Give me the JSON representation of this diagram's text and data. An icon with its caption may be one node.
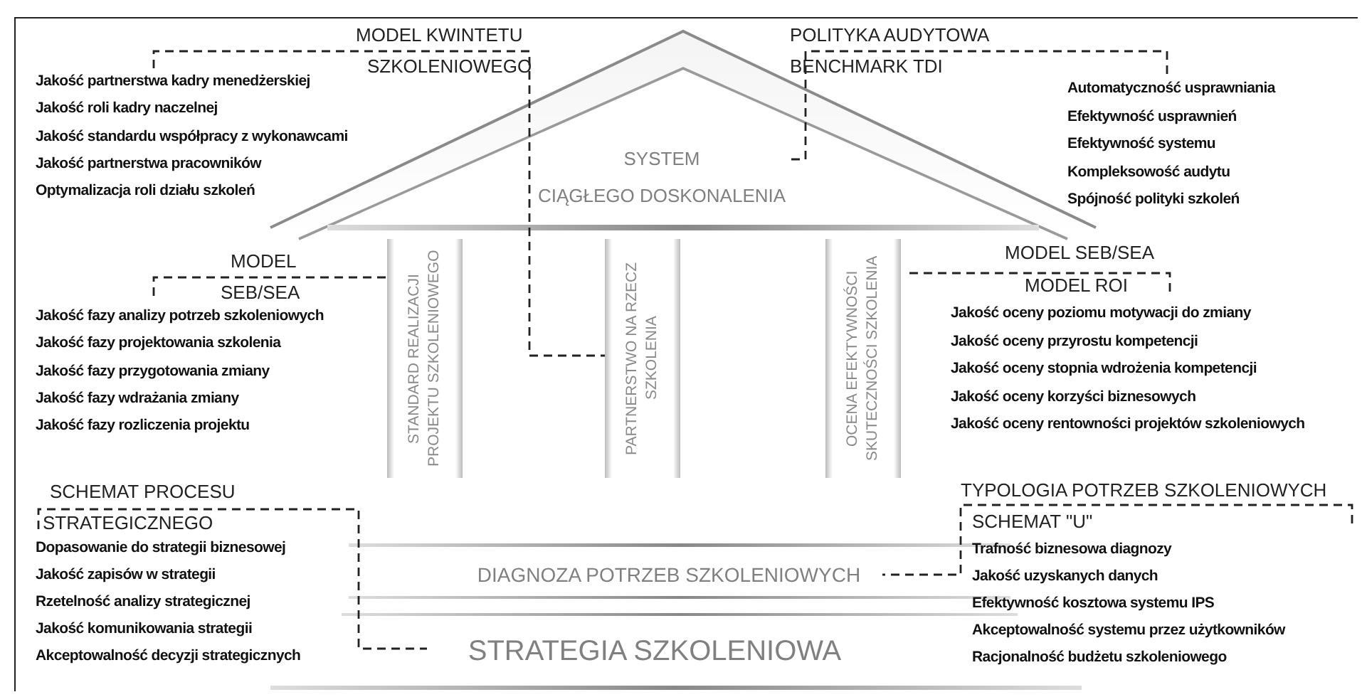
{
  "diagram": {
    "nodes": [
      {
        "text": [
          "MODEL KWINTETU",
          "SZKOLENIOWEGO",
          "Jakość partnerstwa kadry menedżerskiej",
          "Jakość roli kadry naczelnej",
          "Jakość standardu współpracy z wykonawcami",
          "Jakość partnerstwa pracowników",
          "Optymalizacja roli działu szkoleń"
        ]
      },
      {
        "text": [
          "POLITYKA AUDYTOWA",
          "BENCHMARK TDI",
          "Automatyczność usprawniania",
          "Efektywność usprawnień",
          "Efektywność systemu",
          "Kompleksowość audytu",
          "Spójność polityki szkoleń"
        ]
      },
      {
        "text": [
          "SYSTEM",
          "CIĄGŁEGO DOSKONALENIA"
        ]
      },
      {
        "text": [
          "MODEL",
          "SEB/SEA",
          "Jakość fazy analizy potrzeb szkoleniowych",
          "Jakość fazy projektowania szkolenia",
          "Jakość fazy przygotowania zmiany",
          "Jakość fazy wdrażania zmiany",
          "Jakość fazy rozliczenia projektu"
        ]
      },
      {
        "text": [
          "STANDARD REALIZACJI PROJEKTU SZKOLENIOWEGO"
        ]
      },
      {
        "text": [
          "PARTNERSTWO NA RZECZ SZKOLENIA"
        ]
      },
      {
        "text": [
          "OCENA EFEKTYWNOŚCI SKUTECZNOŚCI SZKOLENIA"
        ]
      },
      {
        "text": [
          "MODEL SEB/SEA",
          "MODEL ROI",
          "Jakość oceny poziomu motywacji do zmiany",
          "Jakość oceny przyrostu kompetencji",
          "Jakość oceny stopnia wdrożenia kompetencji",
          "Jakość oceny korzyści biznesowych",
          "Jakość oceny rentowności projektów szkoleniowych"
        ]
      },
      {
        "text": [
          "SCHEMAT PROCESU",
          "STRATEGICZNEGO",
          "Dopasowanie do strategii biznesowej",
          "Jakość zapisów w strategii",
          "Rzetelność analizy strategicznej",
          "Jakość komunikowania strategii",
          "Akceptowalność decyzji strategicznych"
        ]
      },
      {
        "text": [
          "TYPOLOGIA POTRZEB SZKOLENIOWYCH",
          "SCHEMAT \"U\"",
          "Trafność biznesowa diagnozy",
          "Jakość uzyskanych danych",
          "Efektywność kosztowa systemu IPS",
          "Akceptowalność systemu przez użytkowników",
          "Racjonalność budżetu szkoleniowego"
        ]
      },
      {
        "text": [
          "DIAGNOZA POTRZEB SZKOLENIOWYCH"
        ]
      },
      {
        "text": [
          "STRATEGIA SZKOLENIOWA"
        ]
      }
    ],
    "edges": [
      {
        "from": 0,
        "to": 5,
        "arrow": "none",
        "style": "dashed"
      },
      {
        "from": 1,
        "to": 2,
        "arrow": "none",
        "style": "dashed"
      },
      {
        "from": 3,
        "to": 4,
        "arrow": "none",
        "style": "dashed"
      },
      {
        "from": 7,
        "to": 6,
        "arrow": "none",
        "style": "dashed"
      },
      {
        "from": 8,
        "to": 11,
        "arrow": "none",
        "style": "dashed"
      },
      {
        "from": 9,
        "to": 10,
        "arrow": "none",
        "style": "dashed"
      }
    ]
  }
}
